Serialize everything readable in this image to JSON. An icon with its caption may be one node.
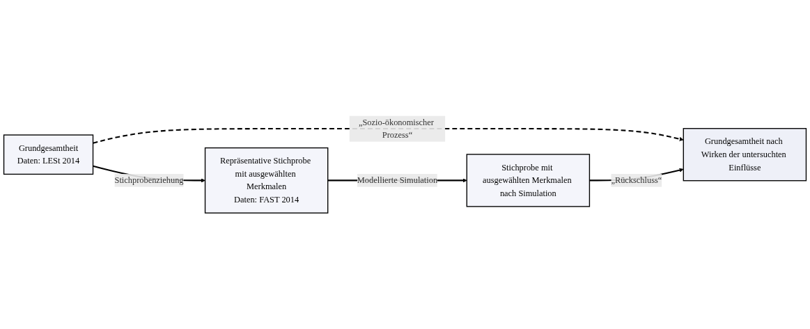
{
  "diagram": {
    "nodes": [
      {
        "text": [
          "Grundgesamtheit",
          "Daten: LESt 2014"
        ]
      },
      {
        "text": [
          "Grundgesamtheit nach Wirken der untersuchten Einflüsse"
        ]
      },
      {
        "text": [
          "Repräsentative Stichprobe mit ausgewählten Merkmalen",
          "Daten: FAST 2014"
        ]
      },
      {
        "text": [
          "Stichprobe mit ausgewählten Merkmalen nach Simulation"
        ]
      }
    ],
    "edges": [
      {
        "from": 0,
        "to": 1,
        "arrow": "to",
        "style": "dashed",
        "label": "„Sozio-ökonomischer Prozess“"
      },
      {
        "from": 0,
        "to": 2,
        "arrow": "to",
        "label": "Stichprobenziehung"
      },
      {
        "from": 2,
        "to": 3,
        "arrow": "to",
        "label": "Modellierte Simulation"
      },
      {
        "from": 3,
        "to": 1,
        "arrow": "to",
        "label": "„Rückschluss“"
      }
    ]
  }
}
